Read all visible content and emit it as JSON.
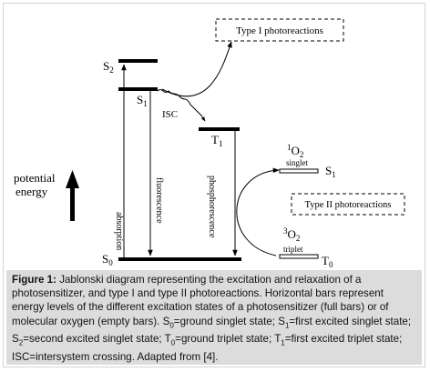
{
  "diagram": {
    "levels": {
      "s2": "S",
      "s2_sub": "2",
      "s1": "S",
      "s1_sub": "1",
      "s0": "S",
      "s0_sub": "0",
      "t1": "T",
      "t1_sub": "1",
      "t0": "T",
      "t0_sub": "0",
      "o2_singlet_pre": "1",
      "o2_singlet_main": "O",
      "o2_singlet_sub": "2",
      "o2_singlet_label": "singlet",
      "o2_s1": "S",
      "o2_s1_sub": "1",
      "o2_triplet_pre": "3",
      "o2_triplet_main": "O",
      "o2_triplet_sub": "2",
      "o2_triplet_label": "triplet"
    },
    "transitions": {
      "absorption": "absorption",
      "fluorescence": "fluorescence",
      "phosphorescence": "phosphorescence",
      "isc": "ISC"
    },
    "boxes": {
      "type1": "Type I photoreactions",
      "type2": "Type II photoreactions"
    },
    "axis": {
      "line1": "potential",
      "line2": "energy"
    }
  },
  "caption": {
    "label": "Figure 1:",
    "p1": " Jablonski diagram representing the excitation and relaxation of a photosensitizer, and type I and type II photoreactions. Horizontal bars represent energy levels of the different excitation states of a photosensitizer (full bars) or of molecular oxygen (empty bars). S",
    "s0_sub": "0",
    "p2": "=ground singlet state; S",
    "s1_sub": "1",
    "p3": "=first excited singlet state; S",
    "s2_sub": "2",
    "p4": "=second excited singlet state; T",
    "t0_sub": "0",
    "p5": "=ground triplet state; T",
    "t1_sub": "1",
    "p6": "=first excited triplet state; ISC=intersystem crossing. Adapted from [4]."
  }
}
